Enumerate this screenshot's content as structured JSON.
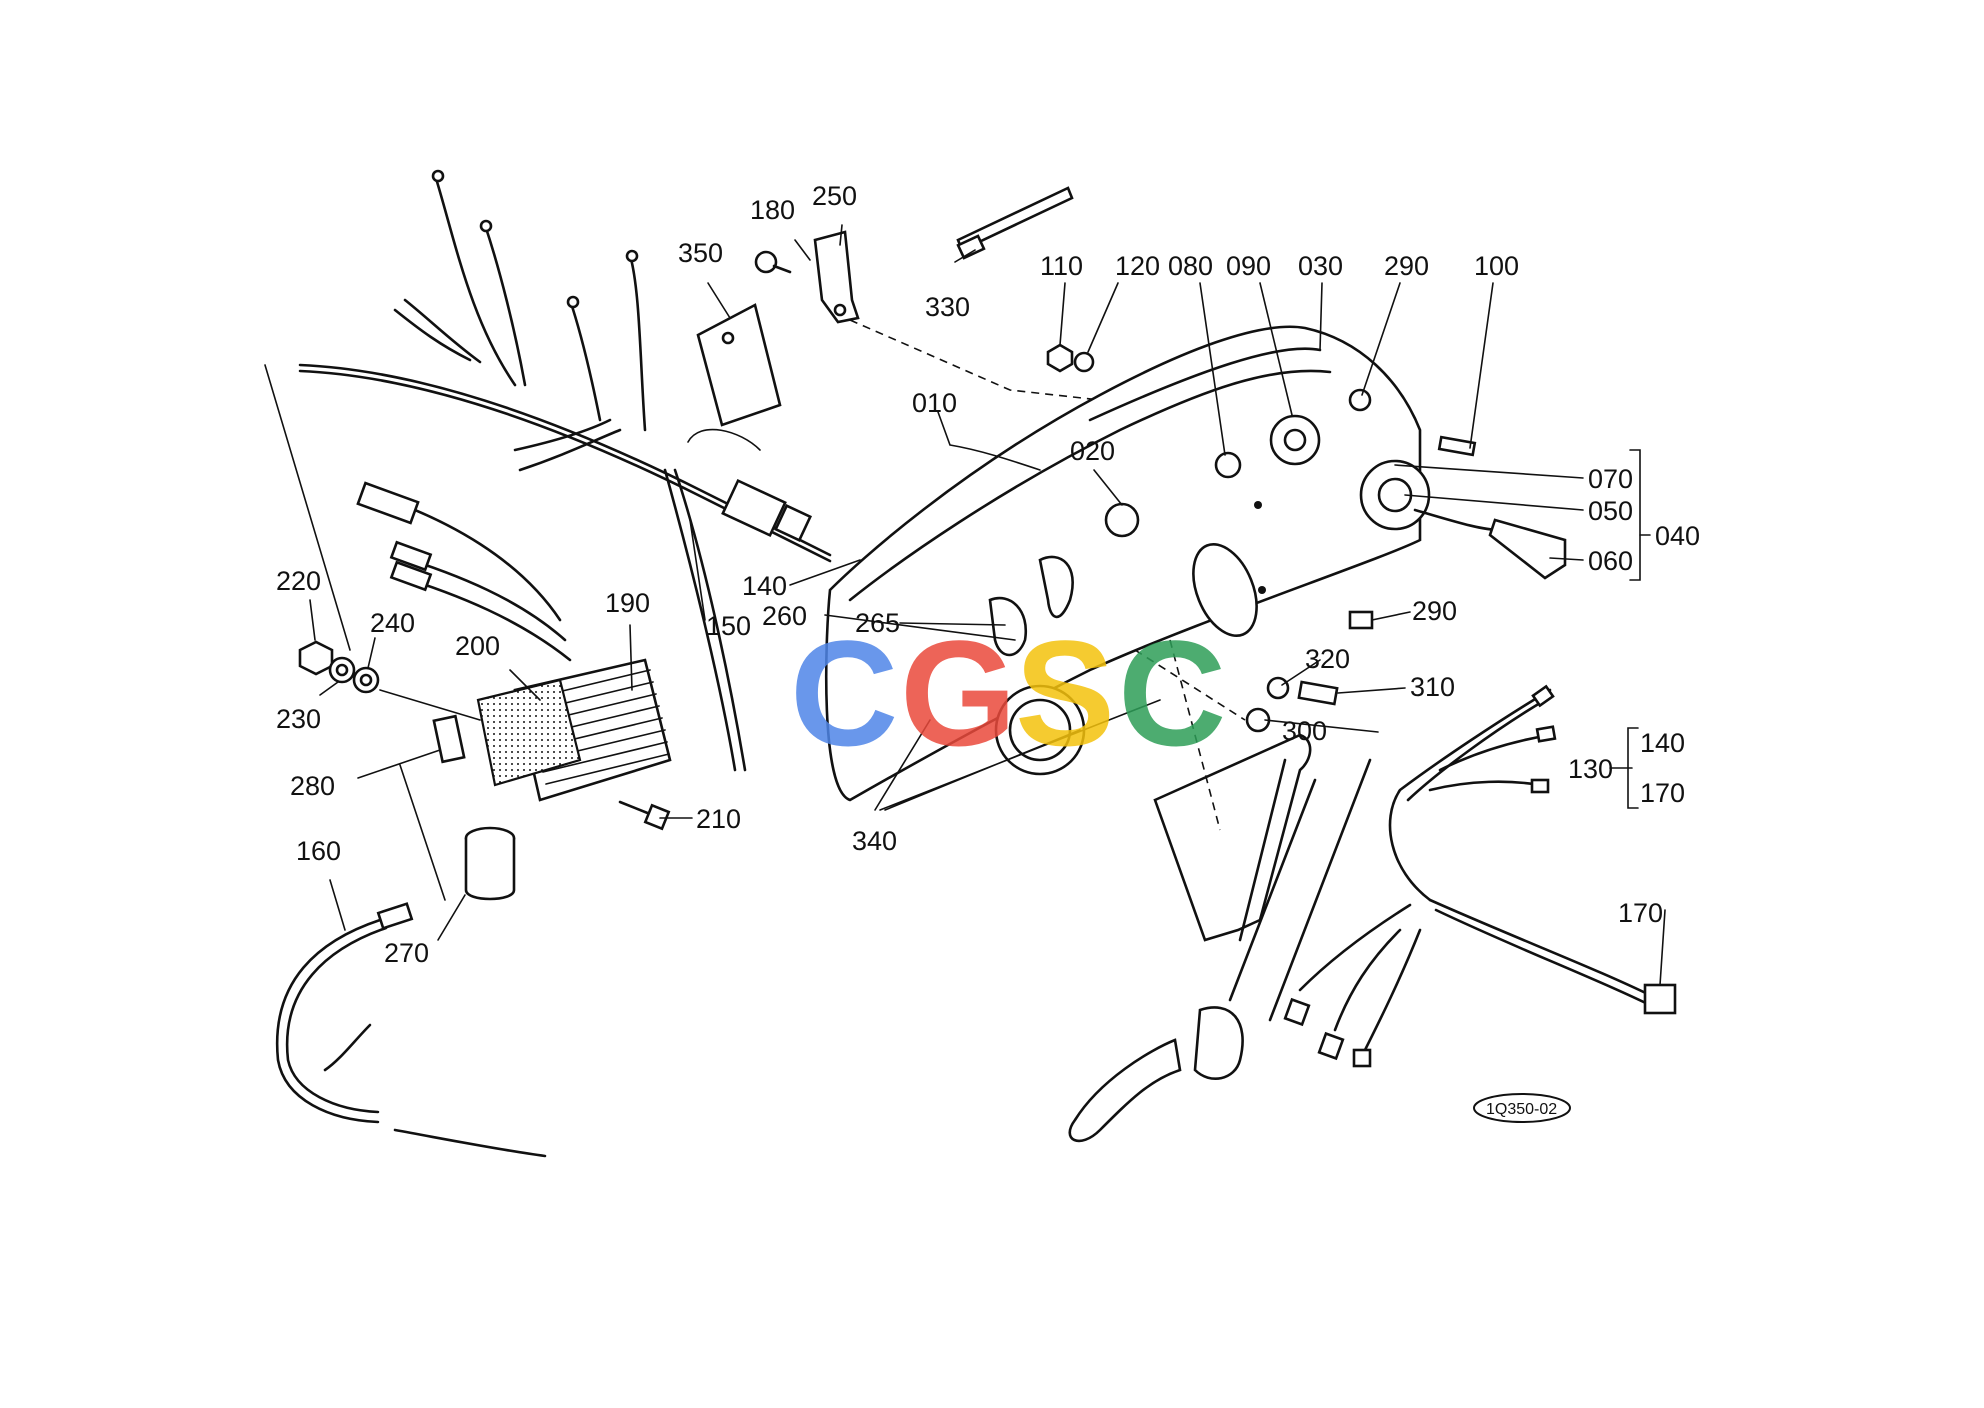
{
  "diagram": {
    "part_labels": [
      "010",
      "020",
      "030",
      "040",
      "050",
      "060",
      "070",
      "080",
      "090",
      "100",
      "110",
      "120",
      "130",
      "140",
      "150",
      "160",
      "170",
      "180",
      "190",
      "200",
      "210",
      "220",
      "230",
      "240",
      "250",
      "260",
      "265",
      "270",
      "280",
      "290",
      "300",
      "310",
      "320",
      "330",
      "340",
      "350"
    ],
    "bracket_group_040": "040",
    "bracket_group_130_top": "140",
    "bracket_group_130_bottom": "170",
    "drawing_code": "1Q350-02",
    "watermark": "CGSC",
    "colors": {
      "ink": "#111111",
      "wm_blue": "#4f86e8",
      "wm_red": "#ea4a3c",
      "wm_yellow": "#f4c20d",
      "wm_green": "#2e9e58"
    }
  }
}
